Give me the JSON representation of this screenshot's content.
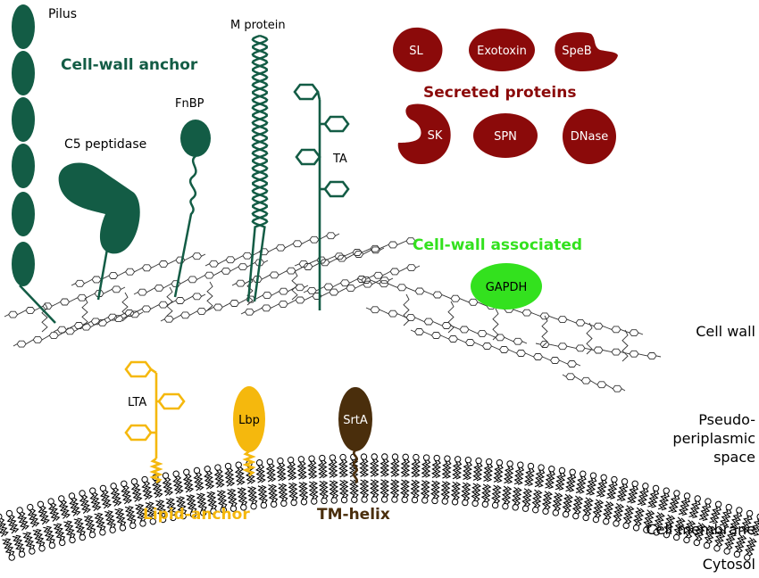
{
  "colors": {
    "anchor_green": "#135c45",
    "secreted_red": "#8b0a0a",
    "associated_green": "#33e11e",
    "lipid_yellow": "#f5b80d",
    "tm_brown": "#4a2e0c",
    "chain_gray": "#333333"
  },
  "headings": {
    "cell_wall_anchor": "Cell-wall anchor",
    "secreted_proteins": "Secreted proteins",
    "cell_wall_associated": "Cell-wall associated",
    "lipid_anchor": "Lipid-anchor",
    "tm_helix": "TM-helix"
  },
  "labels": {
    "pilus": "Pilus",
    "c5_peptidase": "C5 peptidase",
    "fnbp": "FnBP",
    "m_protein": "M protein",
    "ta": "TA",
    "lta": "LTA"
  },
  "secreted": {
    "sl": "SL",
    "exotoxin": "Exotoxin",
    "speb": "SpeB",
    "sk": "SK",
    "spn": "SPN",
    "dnase": "DNase"
  },
  "associated": {
    "gapdh": "GAPDH"
  },
  "membrane_proteins": {
    "lbp": "Lbp",
    "srta": "SrtA"
  },
  "regions": {
    "cell_wall": "Cell wall",
    "pseudo_line1": "Pseudo-",
    "pseudo_line2": "periplasmic",
    "pseudo_line3": "space",
    "cell_membrane": "Cell membrane",
    "cytosol": "Cytosol"
  }
}
